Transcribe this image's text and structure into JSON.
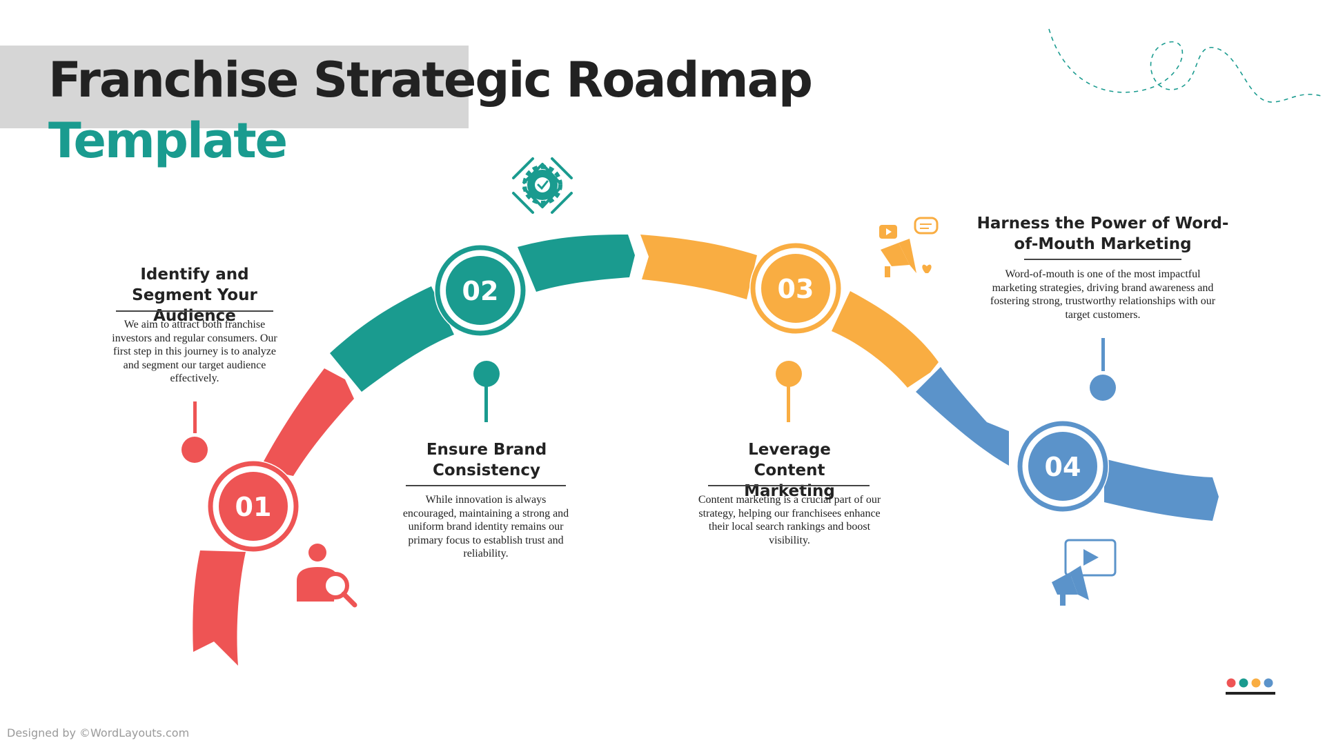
{
  "title": {
    "line1": "Franchise Strategic Roadmap",
    "line2": "Template"
  },
  "colors": {
    "red": "#ee5454",
    "teal": "#1a9b8f",
    "orange": "#f9ad42",
    "blue": "#5b93ca",
    "title_highlight": "#d6d6d6"
  },
  "steps": [
    {
      "number": "01",
      "title": "Identify and Segment Your Audience",
      "description": "We aim to attract both franchise investors and regular consumers. Our first step in this journey is to analyze and segment our target audience effectively.",
      "color": "#ee5454",
      "icon": "person-search-icon"
    },
    {
      "number": "02",
      "title": "Ensure Brand Consistency",
      "description": "While innovation is always encouraged, maintaining a strong and uniform brand identity remains our primary focus to establish trust and reliability.",
      "color": "#1a9b8f",
      "icon": "gear-check-icon"
    },
    {
      "number": "03",
      "title": "Leverage Content Marketing",
      "description": "Content marketing is a crucial part of our strategy, helping our franchisees enhance their local search rankings and boost visibility.",
      "color": "#f9ad42",
      "icon": "megaphone-social-icon"
    },
    {
      "number": "04",
      "title": "Harness the Power of Word-of-Mouth Marketing",
      "description": "Word-of-mouth is one of the most impactful marketing strategies, driving brand awareness and fostering strong, trustworthy relationships with our target customers.",
      "color": "#5b93ca",
      "icon": "video-megaphone-icon"
    }
  ],
  "footer": {
    "credit": "Designed by ©WordLayouts.com"
  }
}
